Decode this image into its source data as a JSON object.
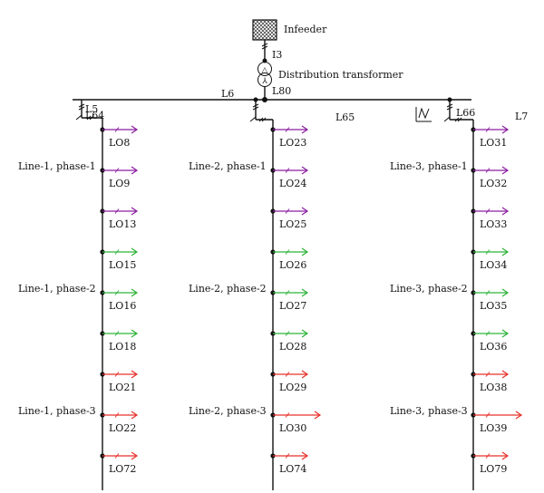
{
  "top": {
    "infeeder": "Infeeder",
    "infeeder_link": "I3",
    "transformer": "Distribution transformer",
    "transformer_link": "L80",
    "bus_label": "L6",
    "extra_label": "L65",
    "end_label": "L7",
    "branch1_a": "L5",
    "branch1_b": "L64",
    "branch3": "L66"
  },
  "colors": {
    "phase1": "#8b1fa0",
    "phase2": "#2fb33a",
    "phase3": "#e8312a",
    "line": "#111111"
  },
  "feeders": [
    {
      "groups": [
        {
          "label": "Line-1, phase-1",
          "phase": "phase1",
          "loads": [
            "LO8",
            "LO9",
            "LO13"
          ]
        },
        {
          "label": "Line-1, phase-2",
          "phase": "phase2",
          "loads": [
            "LO15",
            "LO16",
            "LO18"
          ]
        },
        {
          "label": "Line-1, phase-3",
          "phase": "phase3",
          "loads": [
            "LO21",
            "LO22",
            "LO72"
          ]
        }
      ]
    },
    {
      "groups": [
        {
          "label": "Line-2, phase-1",
          "phase": "phase1",
          "loads": [
            "LO23",
            "LO24",
            "LO25"
          ]
        },
        {
          "label": "Line-2, phase-2",
          "phase": "phase2",
          "loads": [
            "LO26",
            "LO27",
            "LO28"
          ]
        },
        {
          "label": "Line-2, phase-3",
          "phase": "phase3",
          "loads": [
            "LO29",
            "LO30",
            "LO74"
          ]
        }
      ]
    },
    {
      "groups": [
        {
          "label": "Line-3, phase-1",
          "phase": "phase1",
          "loads": [
            "LO31",
            "LO32",
            "LO33"
          ]
        },
        {
          "label": "Line-3, phase-2",
          "phase": "phase2",
          "loads": [
            "LO34",
            "LO35",
            "LO36"
          ]
        },
        {
          "label": "Line-3, phase-3",
          "phase": "phase3",
          "loads": [
            "LO38",
            "LO39",
            "LO79"
          ]
        }
      ]
    }
  ]
}
